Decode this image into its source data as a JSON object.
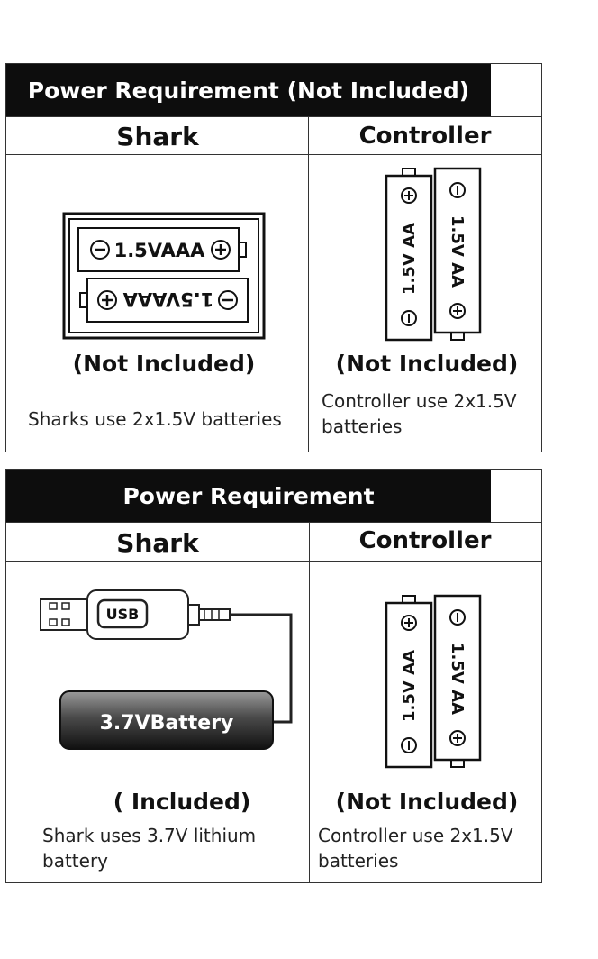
{
  "panels": [
    {
      "title": "Power Requirement (Not Included)",
      "shark": {
        "header": "Shark",
        "battery_top_label": "1.5VAAA",
        "battery_bottom_label": "1.5VAAA",
        "status": "(Not Included)",
        "description": "Sharks use 2x1.5V batteries"
      },
      "controller": {
        "header": "Controller",
        "battery_label": "1.5V AA",
        "status": "(Not Included)",
        "description": "Controller use 2x1.5V batteries"
      }
    },
    {
      "title": "Power Requirement",
      "shark": {
        "header": "Shark",
        "usb_label": "USB",
        "battery_label": "3.7VBattery",
        "status": "( Included)",
        "description": "Shark uses 3.7V lithium battery"
      },
      "controller": {
        "header": "Controller",
        "battery_label": "1.5V AA",
        "status": "(Not Included)",
        "description": "Controller use 2x1.5V batteries"
      }
    }
  ],
  "symbols": {
    "plus": "+",
    "minus": "−"
  }
}
